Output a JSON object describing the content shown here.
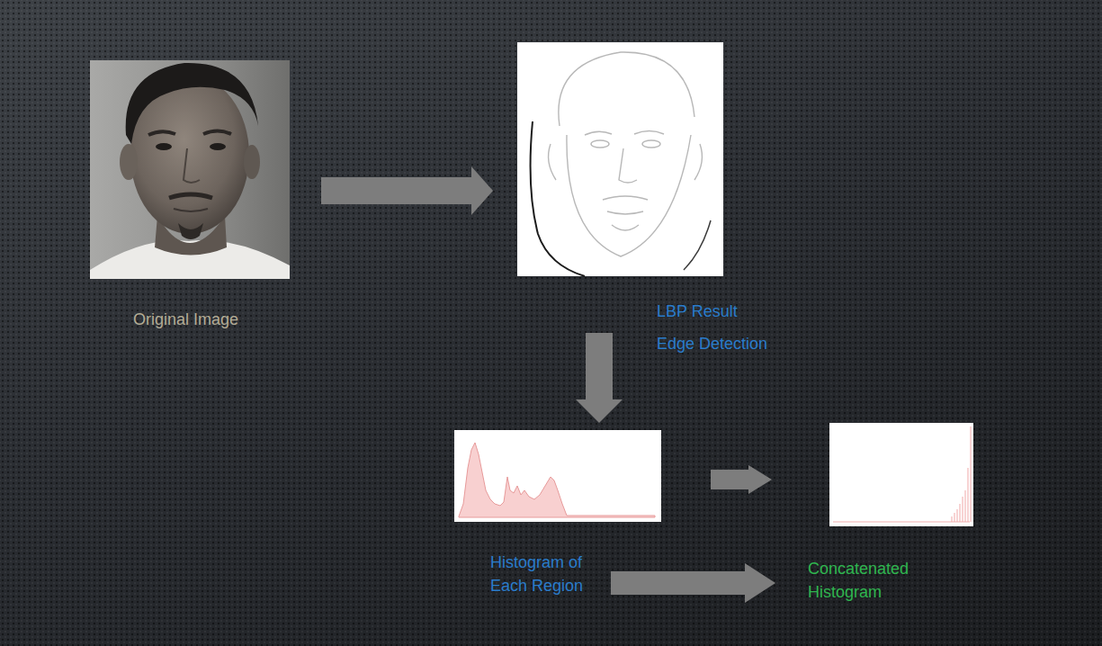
{
  "diagram": {
    "nodes": [
      {
        "text": [
          "Original Image"
        ]
      },
      {
        "text": [
          "LBP Result Edge Detection"
        ]
      },
      {
        "text": [
          "Histogram of Each Region"
        ]
      },
      {
        "text": [
          "Concatenated Histogram"
        ]
      }
    ],
    "edges": [
      {
        "from": 0,
        "to": 1,
        "arrow": "to"
      },
      {
        "from": 1,
        "to": 2,
        "arrow": "to"
      },
      {
        "from": 2,
        "to": 3,
        "arrow": "to"
      },
      {
        "from": 2,
        "to": 3,
        "arrow": "to"
      }
    ]
  }
}
